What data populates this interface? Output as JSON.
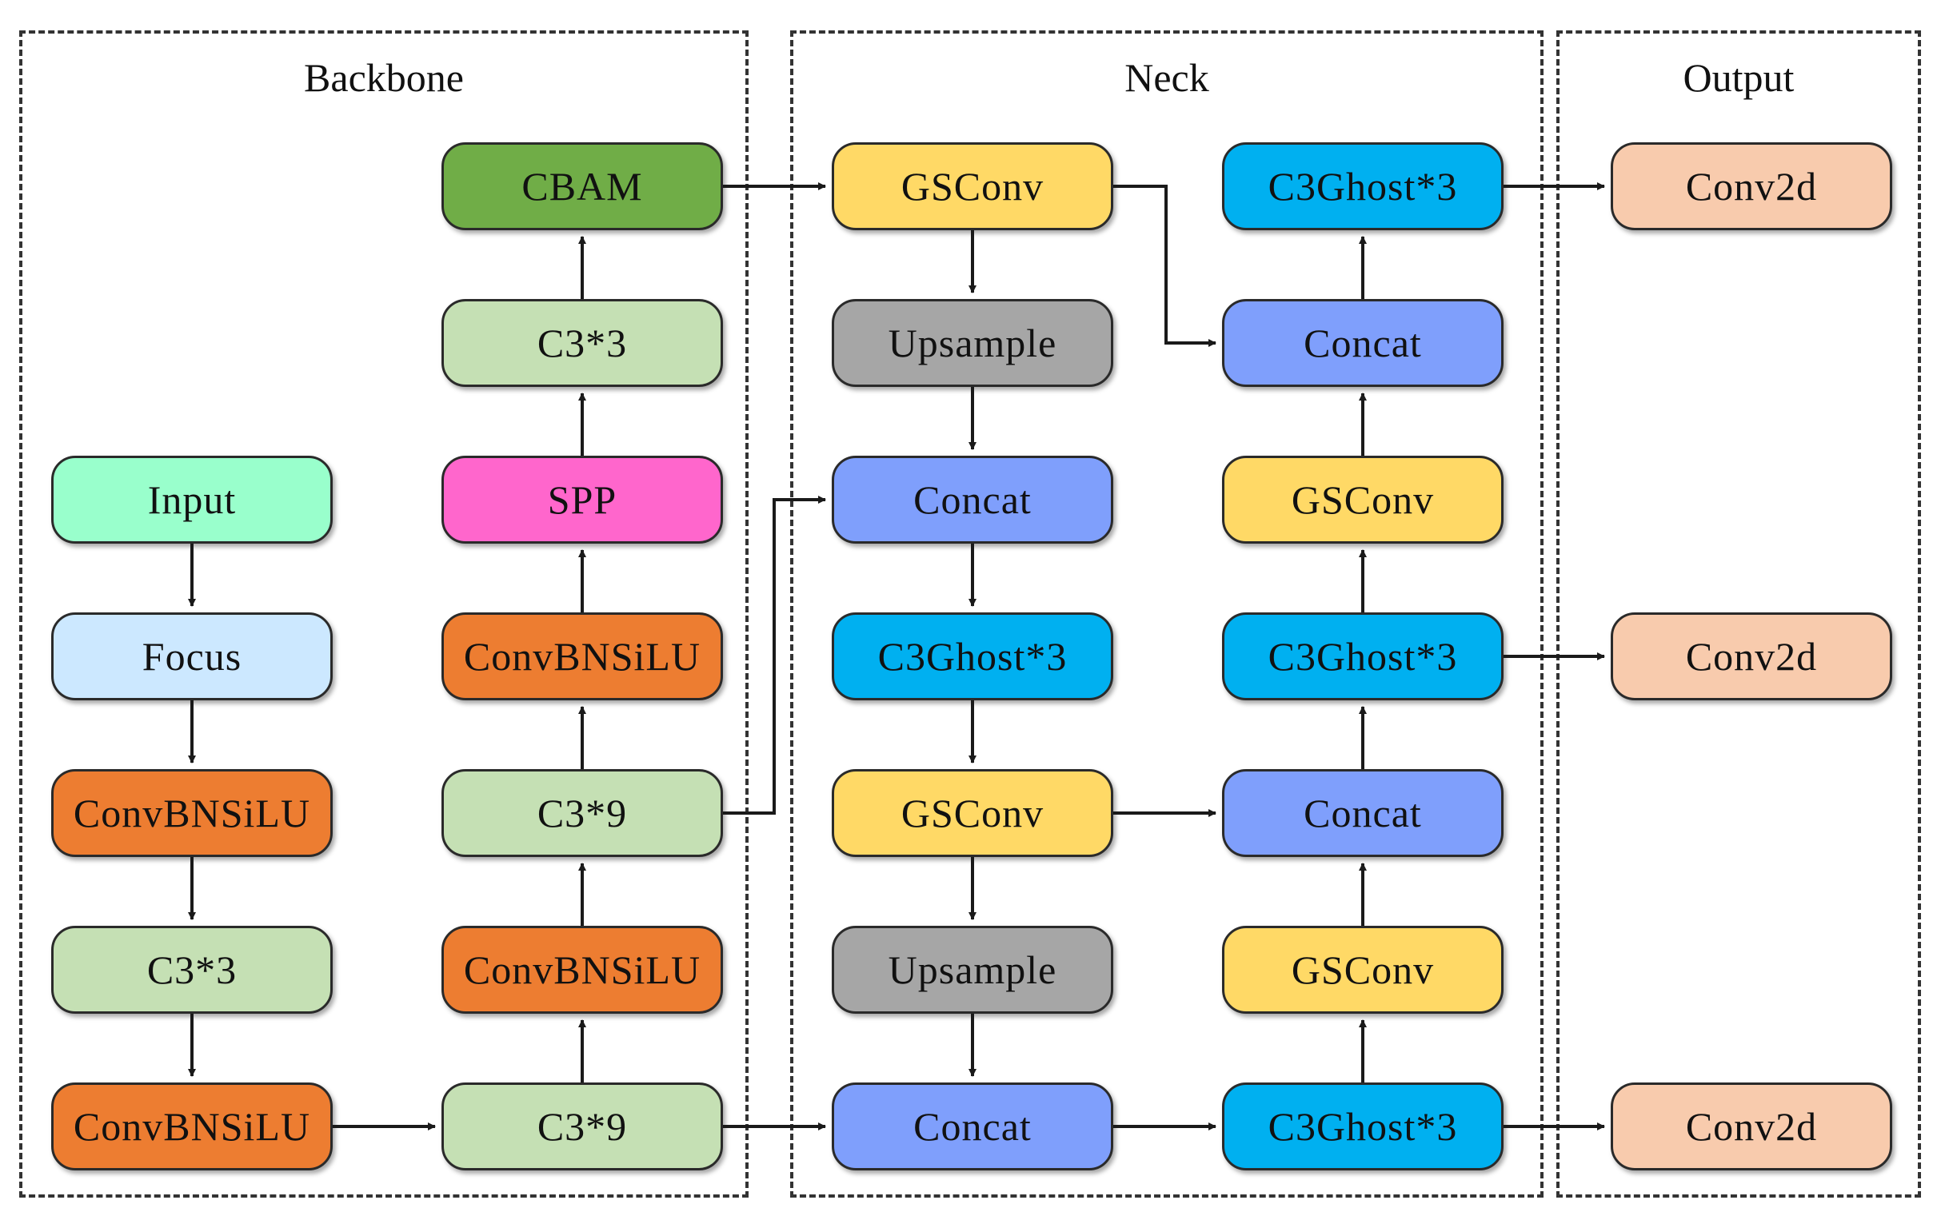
{
  "groups": {
    "backbone": "Backbone",
    "neck": "Neck",
    "output": "Output"
  },
  "colors": {
    "input": "#99ffcc",
    "focus": "#cce8ff",
    "convbnsilu": "#ed7d31",
    "c3": "#c5e0b4",
    "spp": "#ff66cc",
    "cbam": "#70ad47",
    "gsconv": "#ffd966",
    "upsample": "#a6a6a6",
    "concat": "#7f9ffc",
    "c3ghost": "#00b0f0",
    "conv2d": "#f8cbad"
  },
  "nodes": {
    "input": "Input",
    "focus": "Focus",
    "conv1": "ConvBNSiLU",
    "c3a": "C3*3",
    "conv2": "ConvBNSiLU",
    "c3b": "C3*9",
    "conv3": "ConvBNSiLU",
    "c3c": "C3*9",
    "conv4": "ConvBNSiLU",
    "spp": "SPP",
    "c3d": "C3*3",
    "cbam": "CBAM",
    "gs1": "GSConv",
    "up1": "Upsample",
    "cat1": "Concat",
    "gh1": "C3Ghost*3",
    "gs2": "GSConv",
    "up2": "Upsample",
    "cat2": "Concat",
    "gh2": "C3Ghost*3",
    "gs3": "GSConv",
    "cat3": "Concat",
    "gh3": "C3Ghost*3",
    "gs4": "GSConv",
    "cat4": "Concat",
    "gh4": "C3Ghost*3",
    "out1": "Conv2d",
    "out2": "Conv2d",
    "out3": "Conv2d"
  }
}
